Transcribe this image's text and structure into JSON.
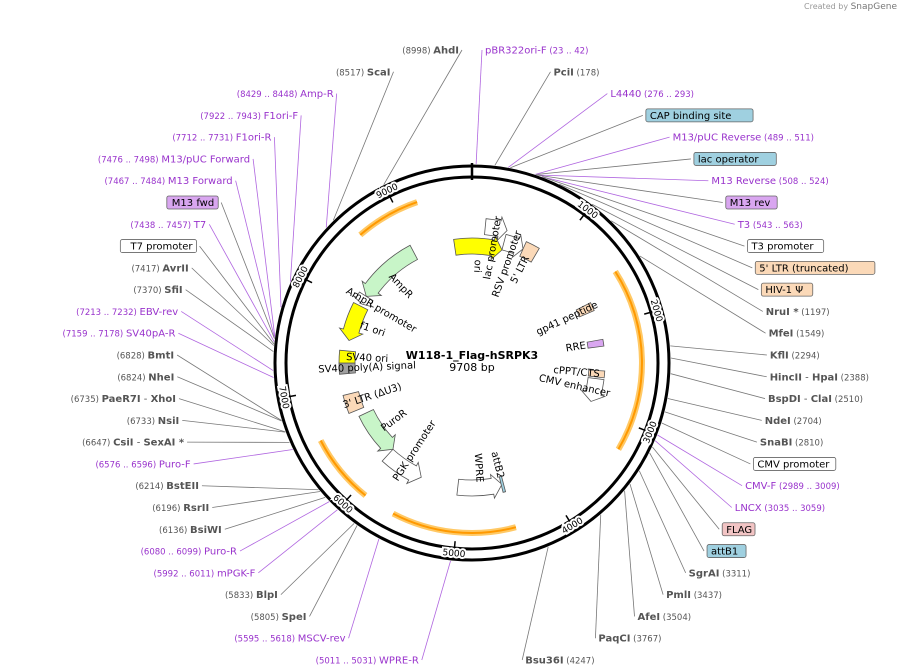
{
  "credit": {
    "prefix": "Created by",
    "brand": "SnapGene"
  },
  "plasmid": {
    "name": "W118-1_Flag-hSRPK3",
    "size": "9708 bp",
    "length": 9708
  },
  "ticks": [
    "1000",
    "2000",
    "3000",
    "4000",
    "5000",
    "6000",
    "7000",
    "8000",
    "9000"
  ],
  "labels": [
    {
      "name": "PciI",
      "range": "(178)",
      "kind": "enzyme",
      "pos": 178
    },
    {
      "name": "L4440",
      "range": "(276 .. 293)",
      "kind": "primer",
      "pos": 284
    },
    {
      "name": "CAP binding site",
      "kind": "box",
      "fill": "#9fd0e0",
      "pos": 300
    },
    {
      "name": "M13/pUC Reverse",
      "range": "(489 .. 511)",
      "kind": "primer",
      "pos": 500
    },
    {
      "name": "lac operator",
      "kind": "box",
      "fill": "#9fd0e0",
      "pos": 505
    },
    {
      "name": "M13 Reverse",
      "range": "(508 .. 524)",
      "kind": "primer",
      "pos": 516
    },
    {
      "name": "M13 rev",
      "kind": "box",
      "fill": "#d9a6f0",
      "pos": 520
    },
    {
      "name": "T3",
      "range": "(543 .. 563)",
      "kind": "primer",
      "pos": 553
    },
    {
      "name": "T3 promoter",
      "kind": "box",
      "fill": "#ffffff",
      "pos": 560
    },
    {
      "name": "5' LTR (truncated)",
      "kind": "box",
      "fill": "#fbd9b8",
      "pos": 700
    },
    {
      "name": "HIV-1 Ψ",
      "kind": "box",
      "fill": "#fbd9b8",
      "pos": 1000
    },
    {
      "name": "NruI *",
      "range": "(1197)",
      "kind": "enzyme",
      "pos": 1197
    },
    {
      "name": "MfeI",
      "range": "(1549)",
      "kind": "enzyme",
      "pos": 1549
    },
    {
      "name": "KflI",
      "range": "(2294)",
      "kind": "enzyme",
      "pos": 2294
    },
    {
      "name": "HincII",
      "sep": "-",
      "name2": "HpaI",
      "range": "(2388)",
      "kind": "enzyme",
      "pos": 2388
    },
    {
      "name": "BspDI",
      "sep": "-",
      "name2": "ClaI",
      "range": "(2510)",
      "kind": "enzyme",
      "pos": 2510
    },
    {
      "name": "NdeI",
      "range": "(2704)",
      "kind": "enzyme",
      "pos": 2704
    },
    {
      "name": "SnaBI",
      "range": "(2810)",
      "kind": "enzyme",
      "pos": 2810
    },
    {
      "name": "CMV promoter",
      "kind": "box",
      "fill": "#ffffff",
      "pos": 2900
    },
    {
      "name": "CMV-F",
      "range": "(2989 .. 3009)",
      "kind": "primer",
      "pos": 2999
    },
    {
      "name": "LNCX",
      "range": "(3035 .. 3059)",
      "kind": "primer",
      "pos": 3047
    },
    {
      "name": "FLAG",
      "kind": "box",
      "fill": "#f2c4c4",
      "pos": 3100
    },
    {
      "name": "attB1",
      "kind": "box",
      "fill": "#9fd0e0",
      "pos": 3150
    },
    {
      "name": "SgrAI",
      "range": "(3311)",
      "kind": "enzyme",
      "pos": 3311
    },
    {
      "name": "PmlI",
      "range": "(3437)",
      "kind": "enzyme",
      "pos": 3437
    },
    {
      "name": "AfeI",
      "range": "(3504)",
      "kind": "enzyme",
      "pos": 3504
    },
    {
      "name": "PaqCI",
      "range": "(3767)",
      "kind": "enzyme",
      "pos": 3767
    },
    {
      "name": "Bsu36I",
      "range": "(4247)",
      "kind": "enzyme",
      "pos": 4247
    },
    {
      "name": "WPRE-R",
      "range": "(5011 .. 5031)",
      "kind": "primer",
      "pos": 5021,
      "rev": true
    },
    {
      "name": "MSCV-rev",
      "range": "(5595 .. 5618)",
      "kind": "primer",
      "pos": 5606,
      "rev": true
    },
    {
      "name": "SpeI",
      "range": "(5805)",
      "kind": "enzyme",
      "pos": 5805
    },
    {
      "name": "BlpI",
      "range": "(5833)",
      "kind": "enzyme",
      "pos": 5833
    },
    {
      "name": "mPGK-F",
      "range": "(5992 .. 6011)",
      "kind": "primer",
      "pos": 6001,
      "rev": true
    },
    {
      "name": "Puro-R",
      "range": "(6080 .. 6099)",
      "kind": "primer",
      "pos": 6090,
      "rev": true
    },
    {
      "name": "BsiWI",
      "range": "(6136)",
      "kind": "enzyme",
      "pos": 6136
    },
    {
      "name": "RsrII",
      "range": "(6196)",
      "kind": "enzyme",
      "pos": 6196
    },
    {
      "name": "BstEII",
      "range": "(6214)",
      "kind": "enzyme",
      "pos": 6214
    },
    {
      "name": "Puro-F",
      "range": "(6576 .. 6596)",
      "kind": "primer",
      "pos": 6586,
      "rev": true
    },
    {
      "name": "CsiI",
      "sep": "-",
      "name2": "SexAI *",
      "range": "(6647)",
      "kind": "enzyme",
      "pos": 6647
    },
    {
      "name": "NsiI",
      "range": "(6733)",
      "kind": "enzyme",
      "pos": 6733
    },
    {
      "name": "PaeR7I",
      "sep": "-",
      "name2": "XhoI",
      "range": "(6735)",
      "kind": "enzyme",
      "pos": 6735
    },
    {
      "name": "NheI",
      "range": "(6824)",
      "kind": "enzyme",
      "pos": 6824
    },
    {
      "name": "BmtI",
      "range": "(6828)",
      "kind": "enzyme",
      "pos": 6828
    },
    {
      "name": "SV40pA-R",
      "range": "(7159 .. 7178)",
      "kind": "primer",
      "pos": 7168,
      "rev": true
    },
    {
      "name": "EBV-rev",
      "range": "(7213 .. 7232)",
      "kind": "primer",
      "pos": 7222,
      "rev": true
    },
    {
      "name": "SfiI",
      "range": "(7370)",
      "kind": "enzyme",
      "pos": 7370
    },
    {
      "name": "AvrII",
      "range": "(7417)",
      "kind": "enzyme",
      "pos": 7417
    },
    {
      "name": "T7 promoter",
      "kind": "box",
      "fill": "#ffffff",
      "pos": 7430
    },
    {
      "name": "T7",
      "range": "(7438 .. 7457)",
      "kind": "primer",
      "pos": 7447,
      "rev": true
    },
    {
      "name": "M13 fwd",
      "kind": "box",
      "fill": "#d9a6f0",
      "pos": 7470
    },
    {
      "name": "M13 Forward",
      "range": "(7467 .. 7484)",
      "kind": "primer",
      "pos": 7475,
      "rev": true
    },
    {
      "name": "M13/pUC Forward",
      "range": "(7476 .. 7498)",
      "kind": "primer",
      "pos": 7487,
      "rev": true
    },
    {
      "name": "F1ori-R",
      "range": "(7712 .. 7731)",
      "kind": "primer",
      "pos": 7721,
      "rev": true
    },
    {
      "name": "F1ori-F",
      "range": "(7922 .. 7943)",
      "kind": "primer",
      "pos": 7932,
      "rev": true
    },
    {
      "name": "Amp-R",
      "range": "(8429 .. 8448)",
      "kind": "primer",
      "pos": 8438,
      "rev": true
    },
    {
      "name": "ScaI",
      "range": "(8517)",
      "kind": "enzyme",
      "pos": 8517
    },
    {
      "name": "AhdI",
      "range": "(8998)",
      "kind": "enzyme",
      "pos": 8998
    },
    {
      "name": "pBR322ori-F",
      "range": "(23 .. 42)",
      "kind": "primer",
      "pos": 32,
      "rev": true
    }
  ],
  "features": [
    {
      "name": "ori",
      "start": 9480,
      "end": 400,
      "color": "#ffff00",
      "dir": 1,
      "ring": 3
    },
    {
      "name": "lac promoter",
      "start": 150,
      "end": 400,
      "color": "#ffffff",
      "dir": 1,
      "ring": 1
    },
    {
      "name": "RSV promoter",
      "start": 400,
      "end": 650,
      "color": "#ffffff",
      "dir": 1,
      "ring": 2
    },
    {
      "name": "5' LTR",
      "start": 650,
      "end": 820,
      "color": "#fbd9b8",
      "dir": 0,
      "ring": 2
    },
    {
      "name": "gp41 peptide",
      "start": 1700,
      "end": 1800,
      "color": "#fbd9b8",
      "dir": 0,
      "ring": 2
    },
    {
      "name": "RRE",
      "start": 2150,
      "end": 2230,
      "color": "#d9a6f0",
      "dir": 0,
      "ring": 2
    },
    {
      "name": "cPPT/CTS",
      "start": 2520,
      "end": 2600,
      "color": "#fbd9b8",
      "dir": 0,
      "ring": 2
    },
    {
      "name": "CMV enhancer",
      "start": 2620,
      "end": 2910,
      "color": "#ffffff",
      "dir": 1,
      "ring": 2
    },
    {
      "name": "WPRE",
      "start": 4480,
      "end": 5030,
      "color": "#ffffff",
      "dir": -1,
      "ring": 2
    },
    {
      "name": "attB2",
      "start": 4460,
      "end": 4490,
      "color": "#9fd0e0",
      "dir": 0,
      "ring": 2
    },
    {
      "name": "PGK promoter",
      "start": 5500,
      "end": 6000,
      "color": "#ffffff",
      "dir": -1,
      "ring": 2
    },
    {
      "name": "PuroR",
      "start": 6000,
      "end": 6600,
      "color": "#c8f5c8",
      "dir": -1,
      "ring": 3
    },
    {
      "name": "3' LTR (ΔU3)",
      "start": 6680,
      "end": 6900,
      "color": "#fbd9b8",
      "dir": 0,
      "ring": 2
    },
    {
      "name": "SV40 poly(A) signal",
      "start": 7150,
      "end": 7280,
      "color": "#a0a0a0",
      "dir": 0,
      "ring": 2
    },
    {
      "name": "SV40 ori",
      "start": 7280,
      "end": 7430,
      "color": "#ffff00",
      "dir": 0,
      "ring": 2
    },
    {
      "name": "f1 ori",
      "start": 7560,
      "end": 8010,
      "color": "#ffff00",
      "dir": -1,
      "ring": 2
    },
    {
      "name": "AmpR promoter",
      "start": 8040,
      "end": 8150,
      "color": "#ffffff",
      "dir": -1,
      "ring": 2
    },
    {
      "name": "AmpR",
      "start": 8150,
      "end": 8960,
      "color": "#c8f5c8",
      "dir": -1,
      "ring": 2
    }
  ],
  "insert_arcs": [
    {
      "start": 1549,
      "end": 3250,
      "color": "#ff9900"
    },
    {
      "start": 4450,
      "end": 5600,
      "color": "#ff9900"
    },
    {
      "start": 5900,
      "end": 6550,
      "color": "#ff9900"
    },
    {
      "start": 8600,
      "end": 9200,
      "color": "#ff9900"
    }
  ]
}
